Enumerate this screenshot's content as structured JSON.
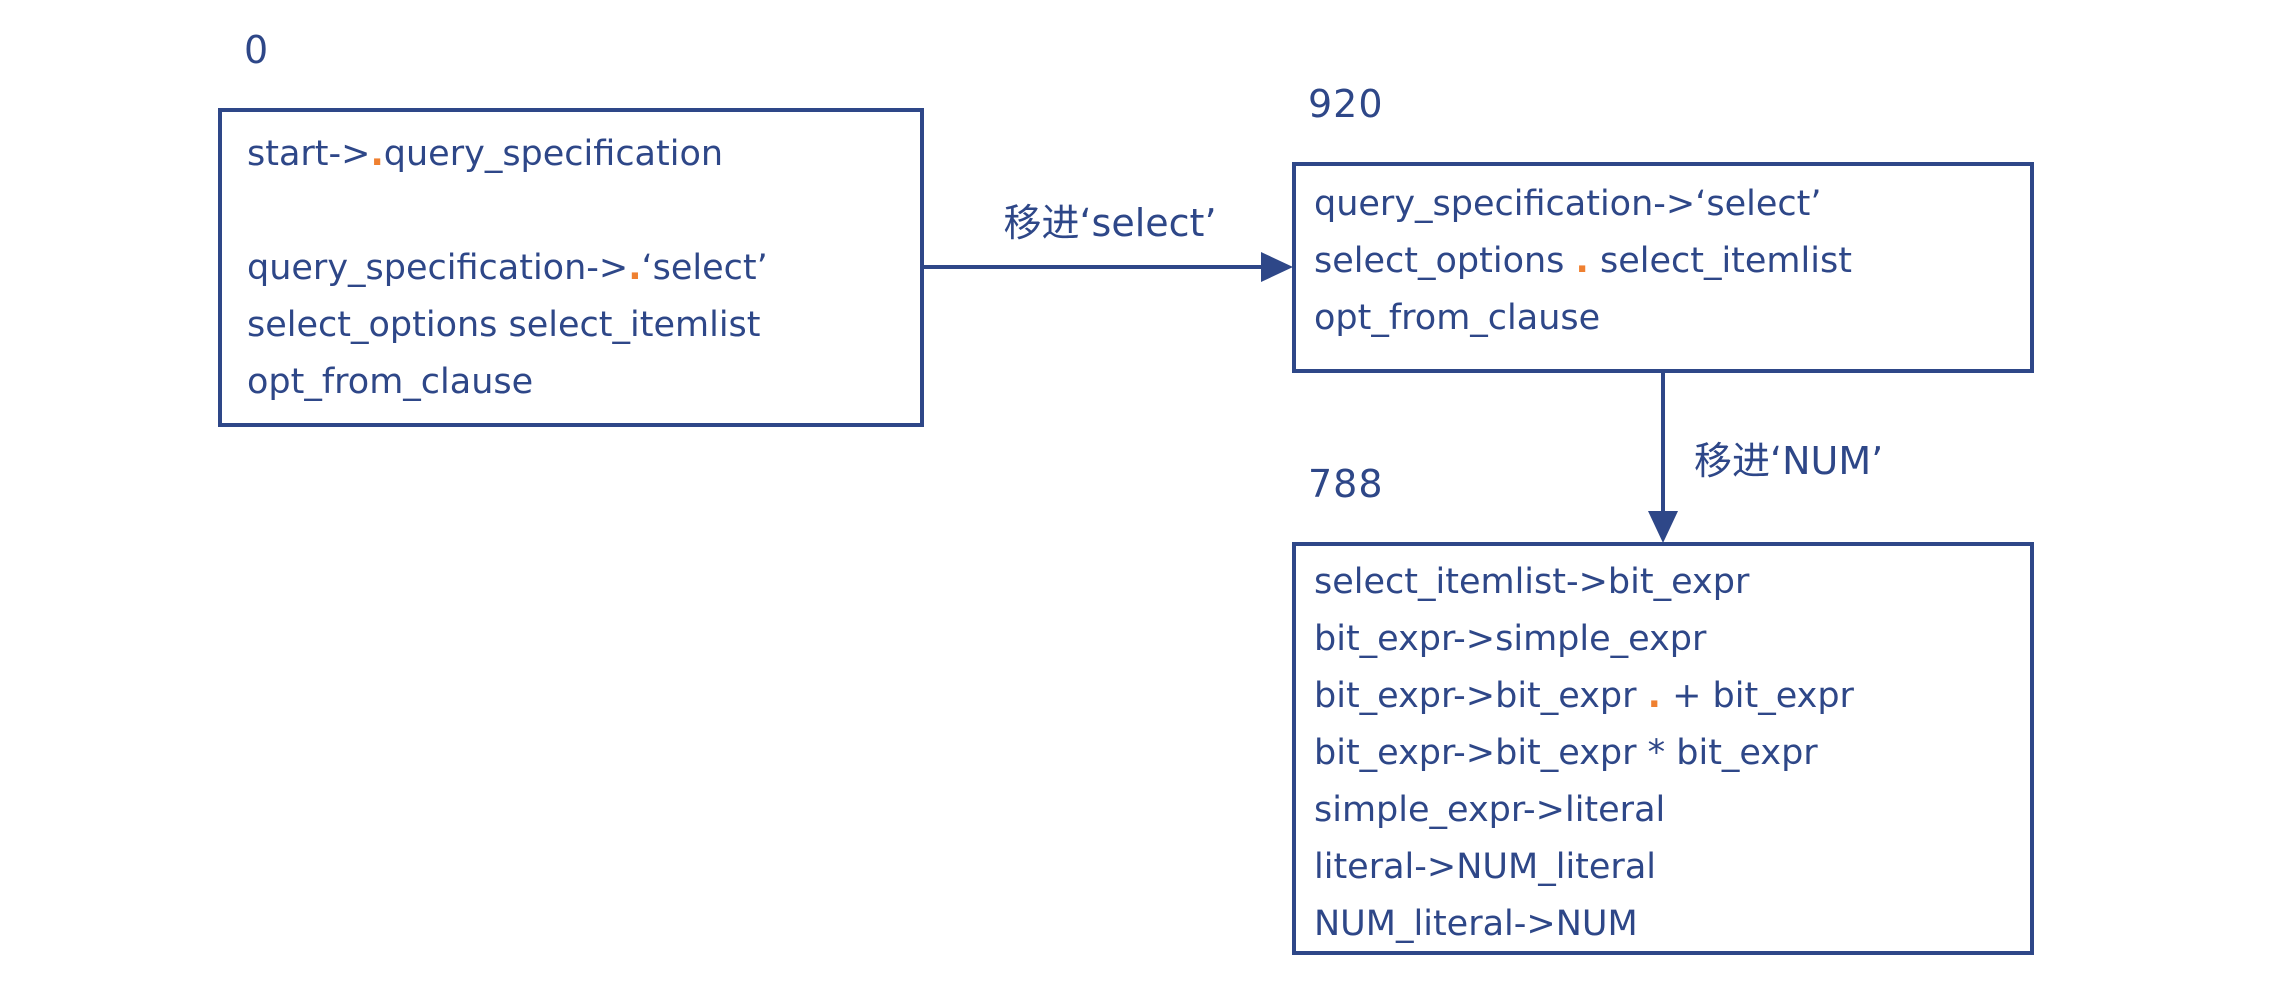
{
  "diagram": {
    "colors": {
      "ink": "#2e4788",
      "dot": "#ef8030",
      "background": "#ffffff"
    },
    "states": [
      {
        "id": "0",
        "label": "0",
        "lines": [
          {
            "segments": [
              {
                "text": "start->"
              },
              {
                "text": ".",
                "dot": true
              },
              {
                "text": "query_specification"
              }
            ]
          },
          {
            "segments": []
          },
          {
            "segments": [
              {
                "text": "query_specification->"
              },
              {
                "text": ".",
                "dot": true
              },
              {
                "text": "‘select’"
              }
            ]
          },
          {
            "segments": [
              {
                "text": "select_options select_itemlist"
              }
            ]
          },
          {
            "segments": [
              {
                "text": "opt_from_clause"
              }
            ]
          }
        ]
      },
      {
        "id": "920",
        "label": "920",
        "lines": [
          {
            "segments": [
              {
                "text": "query_specification->‘select’"
              }
            ]
          },
          {
            "segments": [
              {
                "text": "select_options "
              },
              {
                "text": ".",
                "dot": true
              },
              {
                "text": " select_itemlist"
              }
            ]
          },
          {
            "segments": [
              {
                "text": "opt_from_clause"
              }
            ]
          }
        ]
      },
      {
        "id": "788",
        "label": "788",
        "lines": [
          {
            "segments": [
              {
                "text": "select_itemlist->bit_expr"
              }
            ]
          },
          {
            "segments": [
              {
                "text": "bit_expr->simple_expr"
              }
            ]
          },
          {
            "segments": [
              {
                "text": "bit_expr->bit_expr "
              },
              {
                "text": ".",
                "dot": true
              },
              {
                "text": " + bit_expr"
              }
            ]
          },
          {
            "segments": [
              {
                "text": "bit_expr->bit_expr * bit_expr"
              }
            ]
          },
          {
            "segments": [
              {
                "text": "simple_expr->literal"
              }
            ]
          },
          {
            "segments": [
              {
                "text": "literal->NUM_literal"
              }
            ]
          },
          {
            "segments": [
              {
                "text": "NUM_literal->NUM"
              }
            ]
          }
        ]
      }
    ],
    "transitions": [
      {
        "from": "0",
        "to": "920",
        "direction": "right",
        "label": "移进‘select’"
      },
      {
        "from": "920",
        "to": "788",
        "direction": "down",
        "label": "移进‘NUM’"
      }
    ]
  }
}
